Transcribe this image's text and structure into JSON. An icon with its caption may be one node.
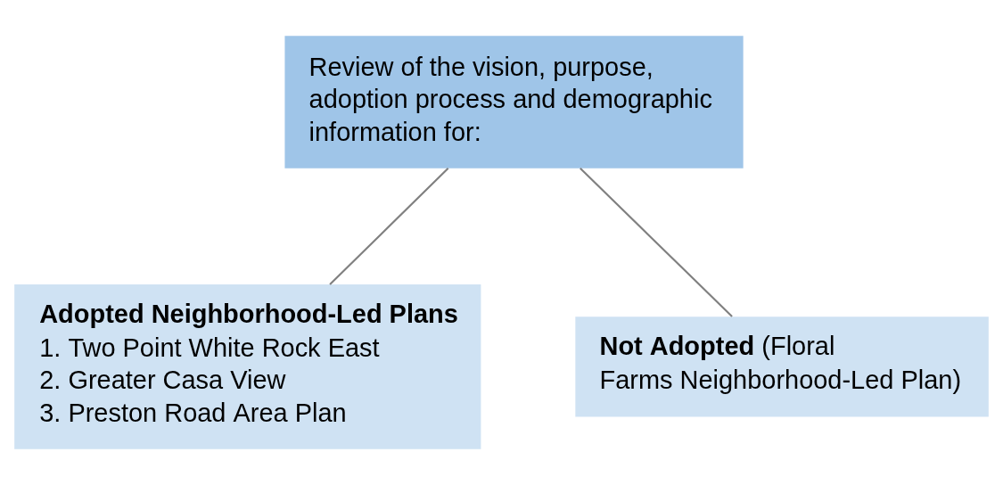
{
  "diagram": {
    "nodes": [
      {
        "text": [
          "Review of the vision, purpose, adoption process and demographic information for:"
        ]
      },
      {
        "text": [
          "Adopted Neighborhood-Led Plans",
          "1. Two Point White Rock East",
          "2. Greater Casa View",
          "3. Preston Road Area Plan"
        ]
      },
      {
        "text": [
          "**Not Adopted** (Floral Farms Neighborhood-Led Plan)"
        ]
      }
    ],
    "edges": [
      {
        "from": 0,
        "to": 1,
        "arrow": "none"
      },
      {
        "from": 0,
        "to": 2,
        "arrow": "none"
      }
    ]
  }
}
